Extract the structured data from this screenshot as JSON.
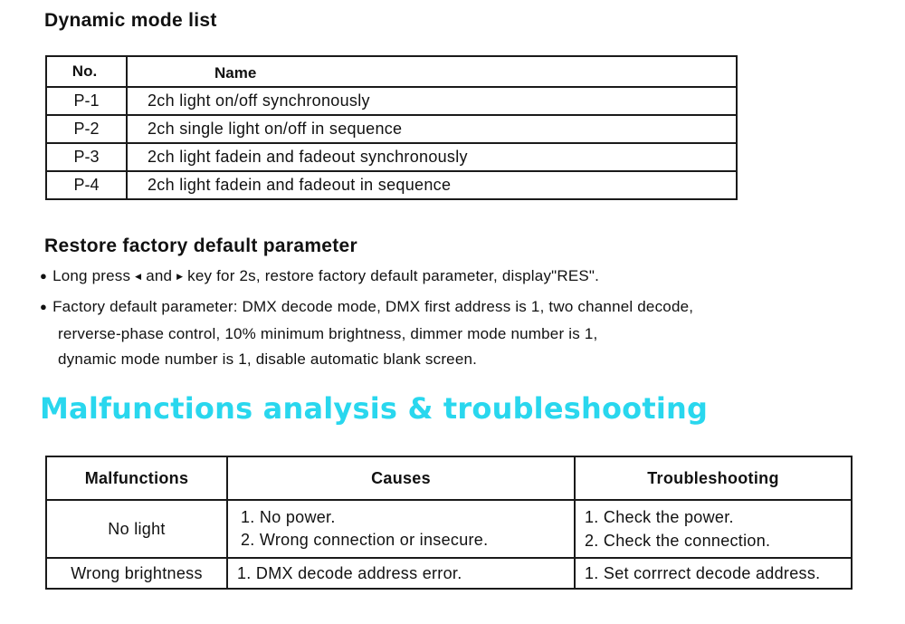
{
  "dynamic_mode": {
    "heading": "Dynamic mode list",
    "header_no": "No.",
    "header_name": "Name",
    "rows": [
      {
        "no": "P-1",
        "name": "2ch light on/off synchronously"
      },
      {
        "no": "P-2",
        "name": "2ch single light on/off in sequence"
      },
      {
        "no": "P-3",
        "name": "2ch light fadein and fadeout synchronously"
      },
      {
        "no": "P-4",
        "name": "2ch light fadein and fadeout in sequence"
      }
    ]
  },
  "restore": {
    "heading": "Restore factory default parameter",
    "bullet1": {
      "part1": "Long press",
      "part2": "and",
      "part3": "key for 2s, restore factory default parameter, display\"RES\"."
    },
    "bullet2": {
      "line1": "Factory default parameter: DMX decode mode, DMX first address is 1, two channel decode,",
      "line2": "rerverse-phase control, 10% minimum brightness, dimmer mode number is 1,",
      "line3": "dynamic mode number is 1, disable automatic blank screen."
    }
  },
  "trouble": {
    "title": "Malfunctions analysis & troubleshooting",
    "title_color": "#29d7ee",
    "headers": [
      "Malfunctions",
      "Causes",
      "Troubleshooting"
    ],
    "rows": [
      {
        "malfunction": "No light",
        "causes": [
          "1. No power.",
          "2. Wrong connection or insecure."
        ],
        "fixes": [
          "1. Check the power.",
          "2. Check the connection."
        ]
      },
      {
        "malfunction": "Wrong brightness",
        "causes": [
          "1. DMX decode address error."
        ],
        "fixes": [
          "1. Set corrrect decode address."
        ]
      }
    ]
  }
}
